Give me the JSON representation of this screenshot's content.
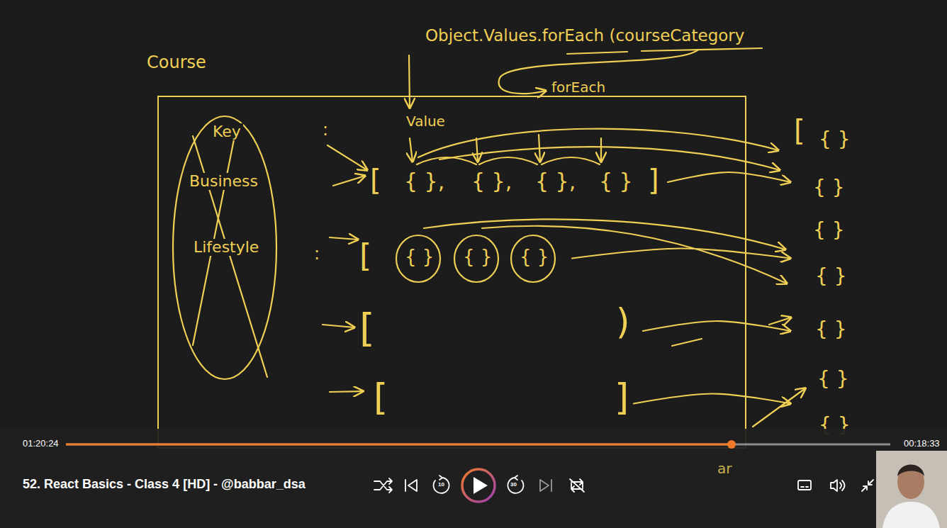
{
  "diagram": {
    "nodes": [
      {
        "text": [
          "Course"
        ]
      },
      {
        "text": [
          "Key",
          "Business",
          "Lifestyle"
        ],
        "in": 0
      },
      {
        "text": [
          "[",
          "{ },",
          "{ },",
          "{ },",
          "{ }",
          "]"
        ],
        "in": 0
      },
      {
        "text": [
          "["
        ],
        "in": 0
      },
      {
        "text": [
          "{ }"
        ],
        "in": 3
      },
      {
        "text": [
          "{ }"
        ],
        "in": 3
      },
      {
        "text": [
          "{ }"
        ],
        "in": 3
      },
      {
        "text": [
          "[",
          ")"
        ],
        "in": 0
      },
      {
        "text": [
          "[",
          "]"
        ],
        "in": 0
      },
      {
        "text": [
          "[",
          "{ }",
          "{ }",
          "{ }",
          "{ }",
          "{ }",
          "{ }",
          "{ }"
        ]
      }
    ],
    "edges": [
      {
        "from": 2,
        "to": 9,
        "arrow": "to"
      },
      {
        "from": 3,
        "to": 9,
        "arrow": "to"
      },
      {
        "from": 7,
        "to": 9,
        "arrow": "to"
      },
      {
        "from": 8,
        "to": 9,
        "arrow": "to"
      }
    ],
    "labels": [
      "Object.Values.forEach (courseCategory",
      "forEach",
      "Value",
      ":",
      ":",
      "ar",
      "01:20:24",
      "00:18:33",
      "52. React Basics - Class 4 [HD] - @babbar_dsa",
      "10",
      "30"
    ]
  }
}
